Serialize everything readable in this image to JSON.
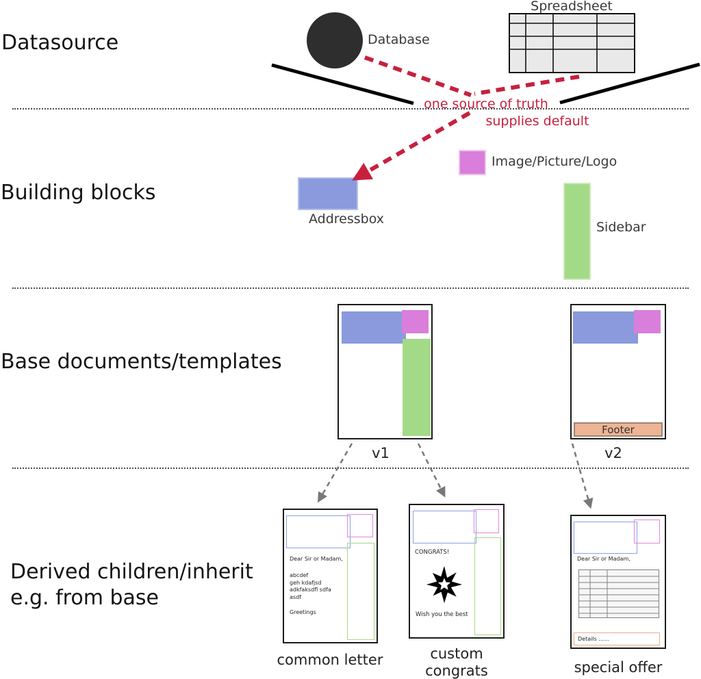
{
  "labels": {
    "datasource": "Datasource",
    "building_blocks": "Building blocks",
    "base_documents": "Base documents/templates",
    "derived_line1": "Derived children/inherit",
    "derived_line2": "e.g. from base"
  },
  "datasource": {
    "database": "Database",
    "spreadsheet": "Spreadsheet",
    "annotation1": "one source of truth",
    "annotation2": "supplies default"
  },
  "building_blocks": {
    "addressbox": "Addressbox",
    "image": "Image/Picture/Logo",
    "sidebar": "Sidebar"
  },
  "base_documents": {
    "v1": "v1",
    "v2": "v2",
    "footer": "Footer"
  },
  "derived": {
    "common_letter": {
      "caption": "common letter",
      "salutation": "Dear Sir or Madam,",
      "body": [
        "abcdef",
        "geh kdafjsd",
        "adkfaksdfl sdfa",
        "asdf"
      ],
      "closing": "Greetings"
    },
    "custom_congrats": {
      "caption1": "custom",
      "caption2": "congrats",
      "headline": "CONGRATS!",
      "message": "Wish you the best"
    },
    "special_offer": {
      "caption": "special offer",
      "salutation": "Dear Sir or Madam,",
      "details": "Details ......"
    }
  },
  "colors": {
    "accent_red": "#c7203f",
    "block_blue": "#8b9add",
    "block_magenta": "#d97edb",
    "block_green": "#a3da87",
    "footer_peach": "#edb495",
    "connector_gray": "#787878",
    "ink": "#1a1a1a"
  }
}
